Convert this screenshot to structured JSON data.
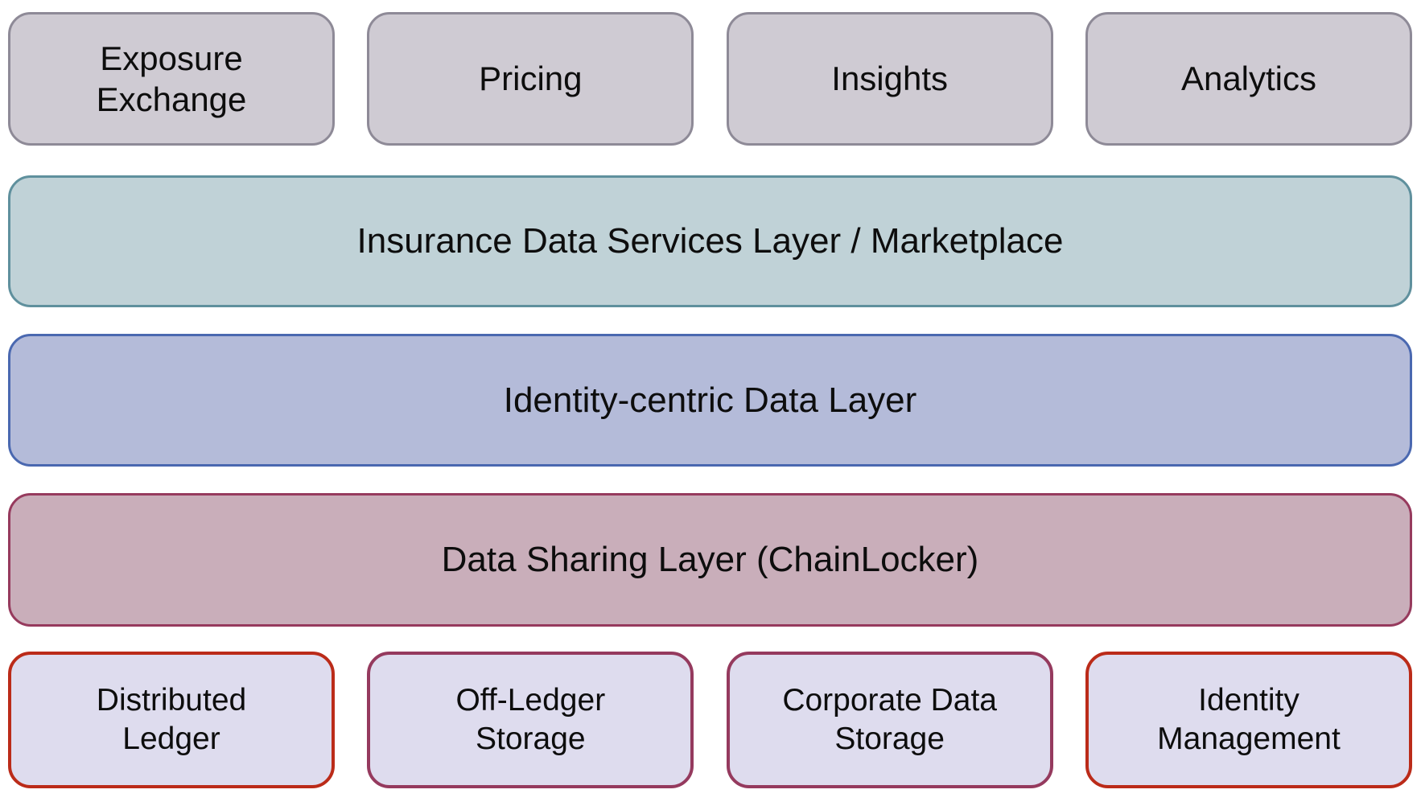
{
  "page": {
    "background": "#ffffff",
    "text_color": "#0d0d0d"
  },
  "top_row": {
    "items": [
      {
        "label": "Exposure Exchange",
        "fill": "#cfcbd3",
        "border": "#8e8a97"
      },
      {
        "label": "Pricing",
        "fill": "#cfcbd3",
        "border": "#8e8a97"
      },
      {
        "label": "Insights",
        "fill": "#cfcbd3",
        "border": "#8e8a97"
      },
      {
        "label": "Analytics",
        "fill": "#cfcbd3",
        "border": "#8e8a97"
      }
    ]
  },
  "layers": [
    {
      "label": "Insurance Data Services Layer / Marketplace",
      "fill": "#c0d2d7",
      "border": "#5f909d"
    },
    {
      "label": "Identity-centric Data Layer",
      "fill": "#b4bbd9",
      "border": "#4a68b0"
    },
    {
      "label": "Data Sharing Layer (ChainLocker)",
      "fill": "#c9aeba",
      "border": "#963a5d"
    }
  ],
  "bottom_row": {
    "items": [
      {
        "label": "Distributed Ledger",
        "fill": "#dedcee",
        "border": "#bb2b19"
      },
      {
        "label": "Off-Ledger Storage",
        "fill": "#dedcee",
        "border": "#953a5e"
      },
      {
        "label": "Corporate Data Storage",
        "fill": "#dedcee",
        "border": "#953a5e"
      },
      {
        "label": "Identity Management",
        "fill": "#dedcee",
        "border": "#bb2b19"
      }
    ]
  }
}
